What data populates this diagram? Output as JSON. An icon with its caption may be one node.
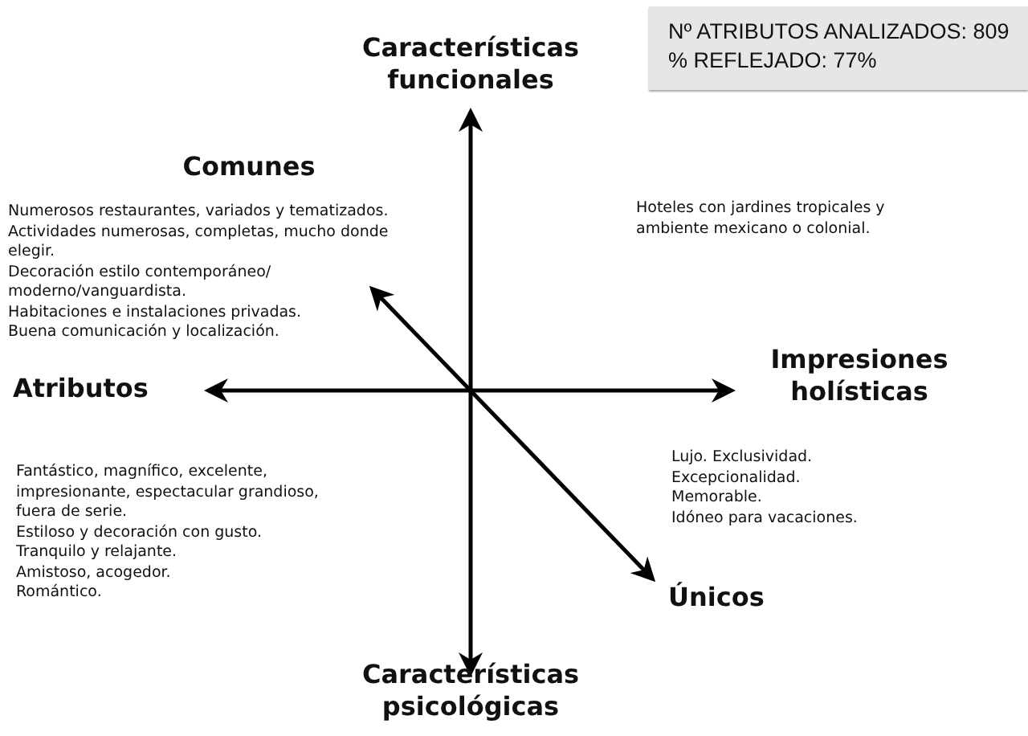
{
  "diagram": {
    "nodes": [
      {
        "text": [
          "Nº ATRIBUTOS ANALIZADOS: 809",
          "% REFLEJADO: 77%"
        ]
      }
    ],
    "labels": [
      "Características funcionales",
      "Comunes",
      "Numerosos restaurantes, variados y tematizados.",
      "Actividades numerosas, completas, mucho donde elegir.",
      "Decoración estilo contemporáneo/ moderno/vanguardista.",
      "Habitaciones e instalaciones privadas.",
      "Buena comunicación y localización.",
      "Hoteles con jardines tropicales y ambiente mexicano o colonial.",
      "Atributos",
      "Impresiones holísticas",
      "Fantástico, magnífico, excelente, impresionante, espectacular grandioso, fuera de serie.",
      "Estiloso y decoración con gusto.",
      "Tranquilo y relajante.",
      "Amistoso, acogedor.",
      "Romántico.",
      "Lujo. Exclusividad.",
      "Excepcionalidad.",
      "Memorable.",
      "Idóneo para vacaciones.",
      "Únicos",
      "Características psicológicas"
    ]
  }
}
